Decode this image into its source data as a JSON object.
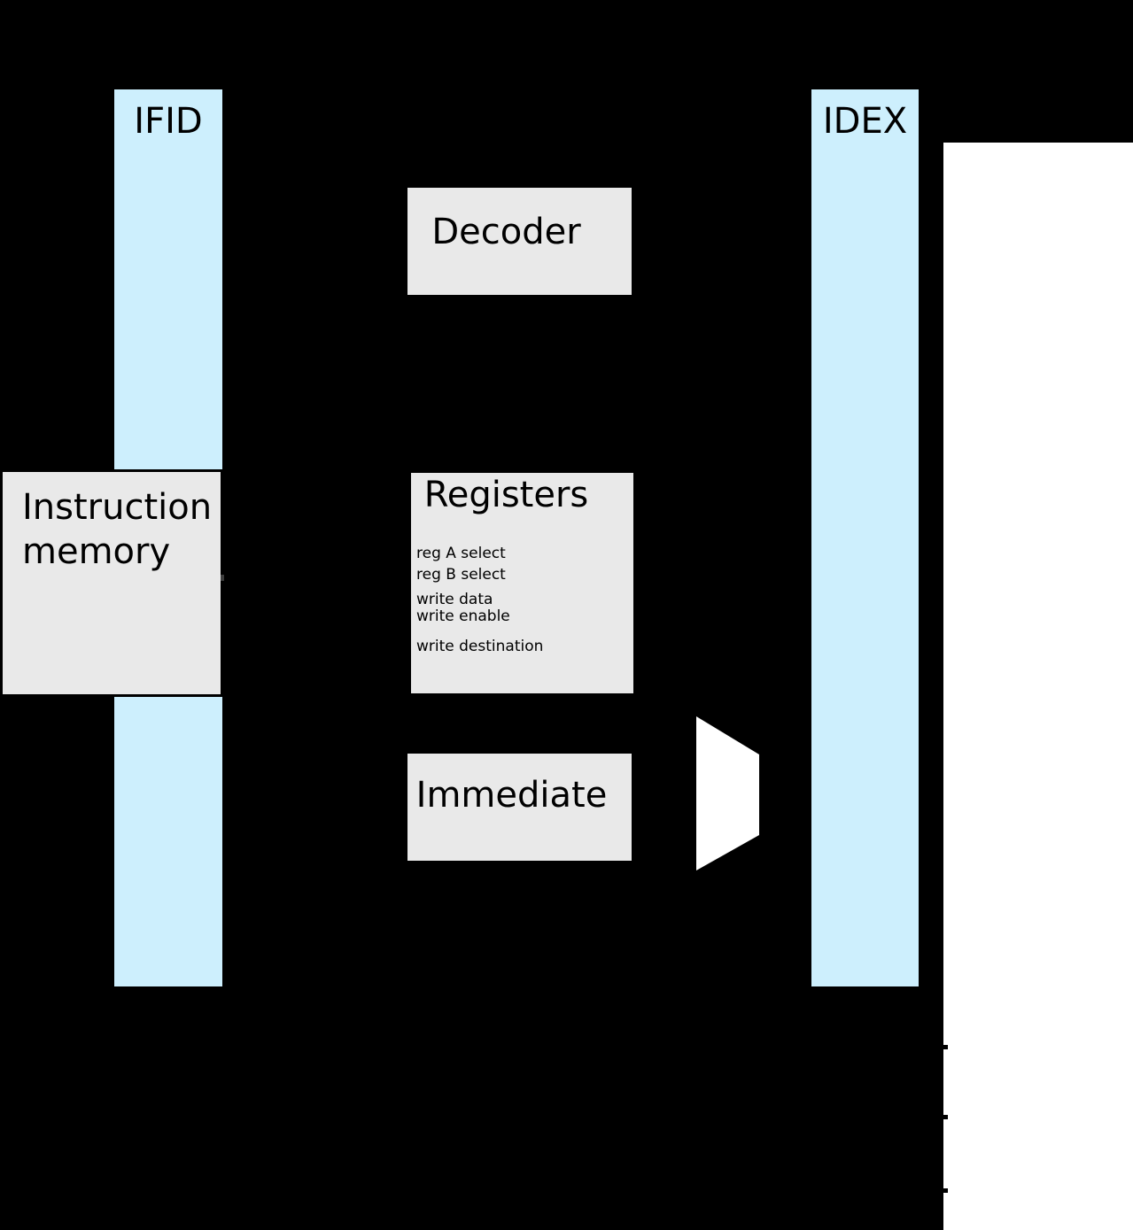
{
  "ifid": {
    "label": "IFID"
  },
  "idex": {
    "label": "IDEX"
  },
  "instruction_memory": {
    "label": "Instruction memory"
  },
  "decoder": {
    "label": "Decoder"
  },
  "registers": {
    "title": "Registers",
    "ports": {
      "reg_a_select": "reg A select",
      "reg_b_select": "reg B select",
      "write_data": "write data",
      "write_enable": "write enable",
      "write_destination": "write destination"
    }
  },
  "immediate": {
    "label": "Immediate"
  },
  "colors": {
    "background": "#000000",
    "pipeline_register_fill": "#cdeffd",
    "block_fill": "#e9e9e9",
    "border": "#000000",
    "mux_fill": "#ffffff",
    "side_panel_fill": "#ffffff",
    "text": "#000000"
  }
}
